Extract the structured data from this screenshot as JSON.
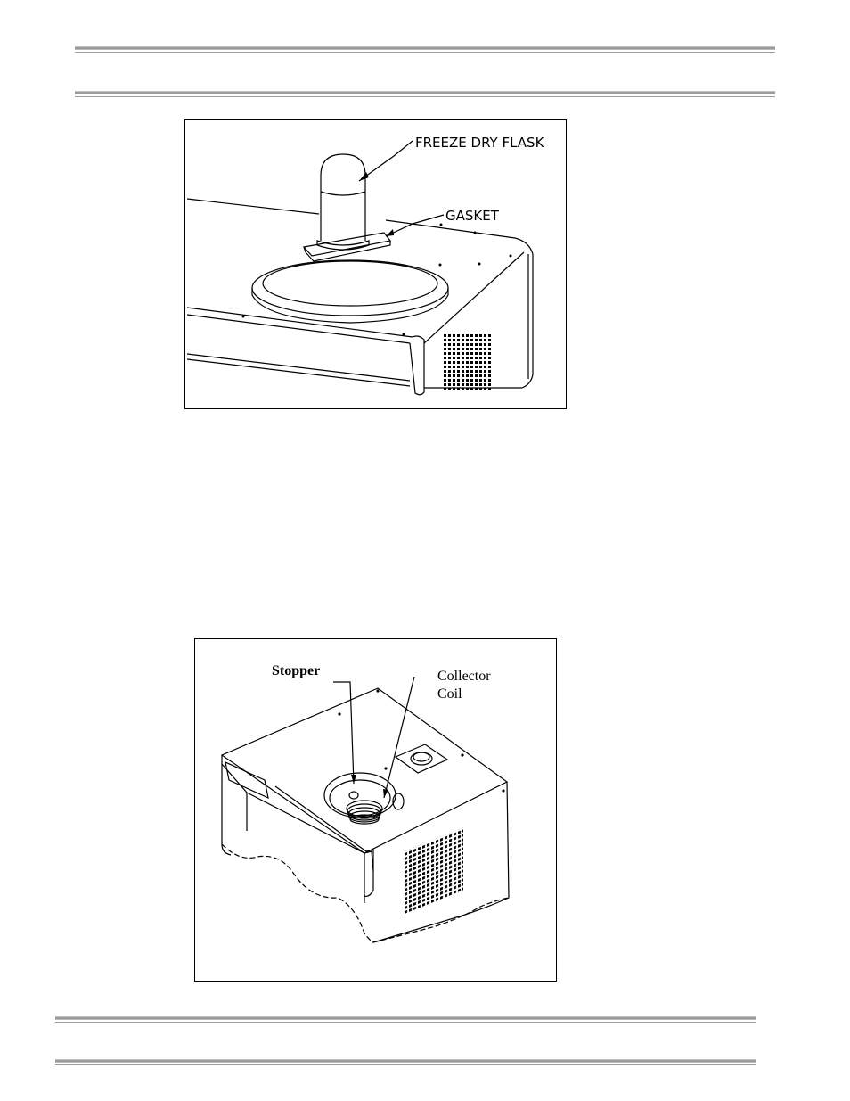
{
  "figure1": {
    "callouts": {
      "flask": "FREEZE DRY FLASK",
      "gasket": "GASKET"
    }
  },
  "figure2": {
    "callouts": {
      "stopper": "Stopper",
      "collector_line1": "Collector",
      "collector_line2": "Coil"
    }
  }
}
